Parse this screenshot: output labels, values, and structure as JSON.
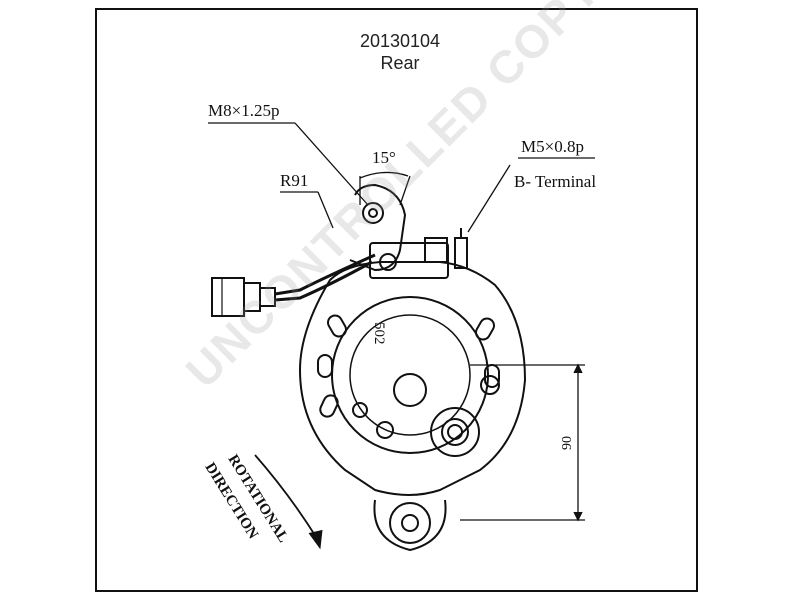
{
  "header": {
    "part_number": "20130104",
    "view": "Rear"
  },
  "labels": {
    "mount_thread": "M8×1.25p",
    "radius": "R91",
    "angle": "15°",
    "terminal_thread": "M5×0.8p",
    "terminal_name": "B- Terminal",
    "dimension_90": "90",
    "rotation_line1": "ROTATIONAL",
    "rotation_line2": "DIRECTION",
    "housing_mark": "502"
  },
  "watermark": "UNCONTROLLED COPY",
  "colors": {
    "line": "#111111",
    "watermark": "#9a9a9a"
  }
}
